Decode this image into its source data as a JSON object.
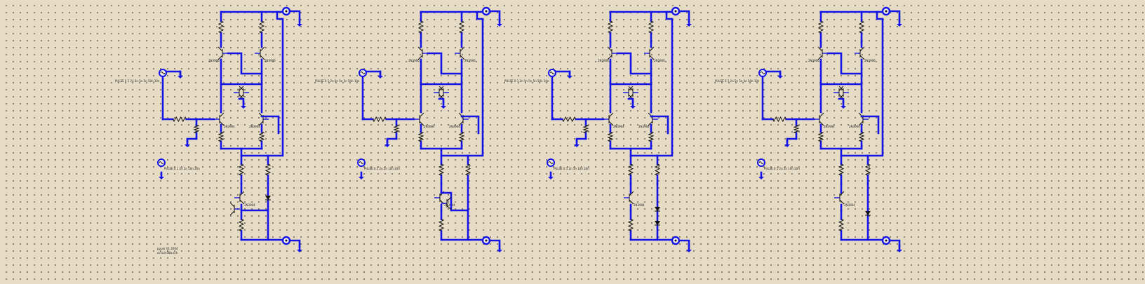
{
  "canvas": {
    "background": "#e6dcc6",
    "grid_dot_color": "#7a7264",
    "wire_color": "#1414e6"
  },
  "annotation": {
    "line1": "ppuer 01.2004",
    "line2": "circuit 08a.sch"
  },
  "circuits": [
    {
      "name": "circuit-1",
      "offset": 0,
      "input_label": "PULSE 0 1 2n 5n 5n 5n 50n 10n",
      "bias_label": "PULSE 0 1 2n 5n 10n 20n",
      "transistor_label": "2N3904",
      "pnp_label": "2N3906",
      "variant": "stacked-mirror"
    },
    {
      "name": "circuit-2",
      "offset": 285,
      "input_label": "PULSE 0 1 2n 5n 5n 5n 50n 10n",
      "bias_label": "PULSE 0 1 2n 5n 10n 20n",
      "transistor_label": "2N3904",
      "pnp_label": "2N3906",
      "variant": "darlington"
    },
    {
      "name": "circuit-3",
      "offset": 555,
      "input_label": "PULSE 0 1 2n 5n 5n 5n 50n 10n",
      "bias_label": "PULSE 0 1 2n 5n 10n 20n",
      "transistor_label": "2N3904",
      "pnp_label": "2N3906",
      "variant": "diode-pair"
    },
    {
      "name": "circuit-4",
      "offset": 855,
      "input_label": "PULSE 0 1 2n 5n 5n 5n 50n 10n",
      "bias_label": "PULSE 0 1 2n 5n 10n 20n",
      "transistor_label": "2N3904",
      "pnp_label": "2N3906",
      "variant": "single-diode"
    }
  ]
}
